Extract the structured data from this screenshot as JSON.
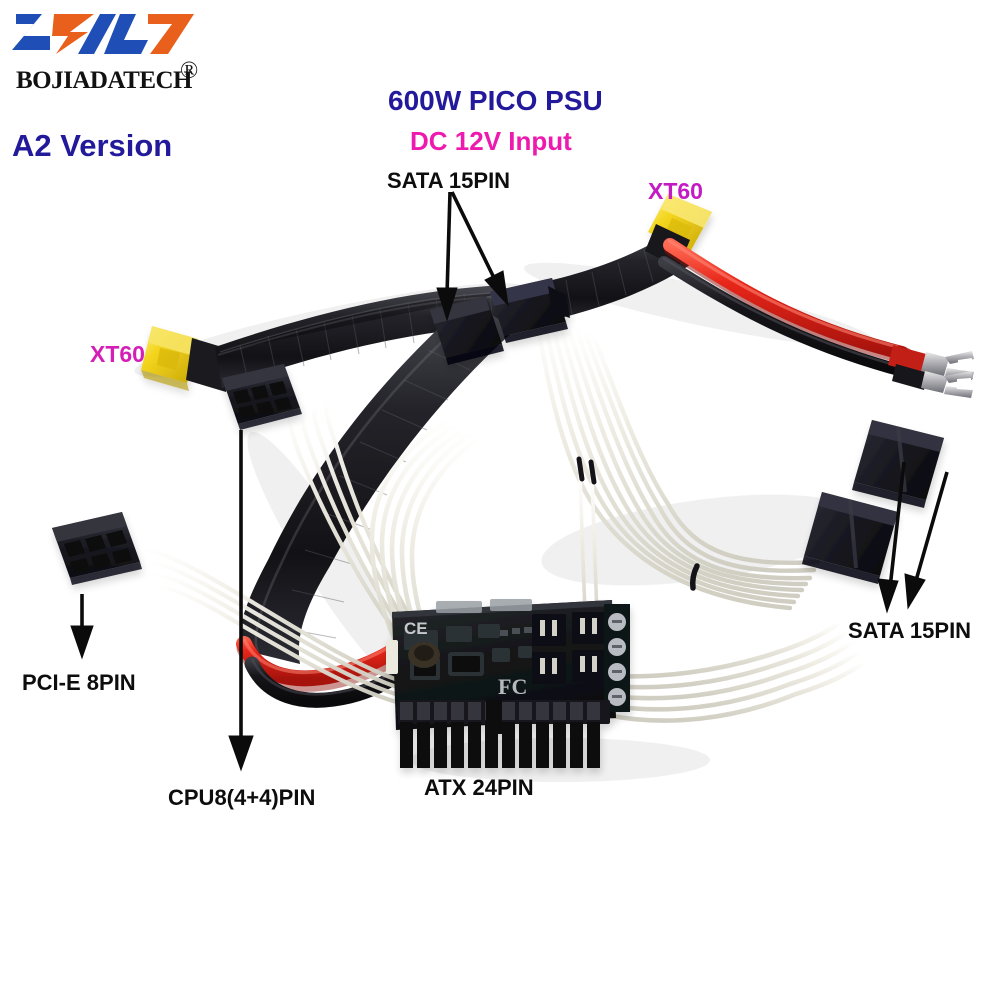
{
  "brand": {
    "name": "BOJIADATECH",
    "registered_mark": "®",
    "logo_colors": {
      "blue": "#1f4fb6",
      "orange": "#e8601c"
    },
    "logo_icon": "bojiadatech-logo-icon"
  },
  "labels": {
    "version": "A2 Version",
    "title": "600W PICO PSU",
    "subtitle": "DC 12V Input",
    "sata_top": "SATA 15PIN",
    "sata_right": "SATA 15PIN",
    "xt60_right": "XT60",
    "xt60_left": "XT60",
    "pcie": "PCI-E 8PIN",
    "atx": "ATX 24PIN",
    "cpu": "CPU8(4+4)PIN"
  },
  "colors": {
    "title_blue": "#231a9b",
    "subtitle_magenta": "#ee19ae",
    "xt60_magenta": "#c41ac4",
    "label_black": "#0d0d0d",
    "background": "#ffffff",
    "wire_red": "#e02318",
    "wire_black": "#151515",
    "wire_white": "#efeee6",
    "connector_black": "#1b1b22",
    "xt60_yellow": "#f2d41c",
    "pcb_green_black": "#14171a"
  },
  "product": {
    "annotations": [
      {
        "name": "sata-15pin-top",
        "text": "SATA 15PIN",
        "arrow_count": 2,
        "points_to": "two black SATA connectors at center"
      },
      {
        "name": "xt60-right",
        "text": "XT60",
        "arrow_count": 0,
        "points_to": "yellow XT60 plug upper right"
      },
      {
        "name": "xt60-left",
        "text": "XT60",
        "arrow_count": 0,
        "points_to": "yellow XT60 plug left"
      },
      {
        "name": "sata-15pin-right",
        "text": "SATA 15PIN",
        "arrow_count": 2,
        "points_to": "two black SATA connectors right"
      },
      {
        "name": "pci-e-8pin",
        "text": "PCI-E 8PIN",
        "arrow_count": 1,
        "points_to": "black 8-pin connector lower left"
      },
      {
        "name": "cpu-8pin",
        "text": "CPU8(4+4)PIN",
        "arrow_count": 1,
        "points_to": "black 8-pin connector upper left"
      },
      {
        "name": "atx-24pin",
        "text": "ATX 24PIN",
        "arrow_count": 0,
        "points_to": "24 pin header on PCB"
      }
    ],
    "board_marks": [
      "CE",
      "FC"
    ]
  }
}
